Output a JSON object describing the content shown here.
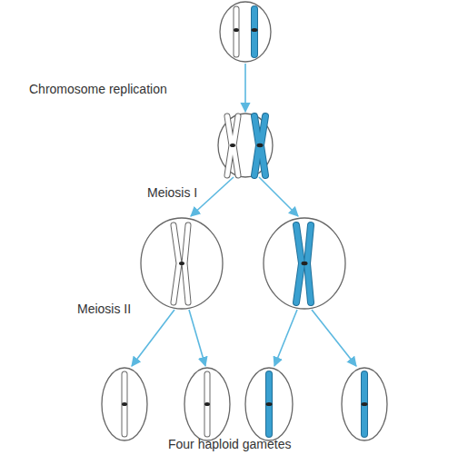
{
  "diagram": {
    "labels": [
      "Chromosome replication",
      "Meiosis I",
      "Meiosis II",
      "Four haploid gametes"
    ]
  }
}
